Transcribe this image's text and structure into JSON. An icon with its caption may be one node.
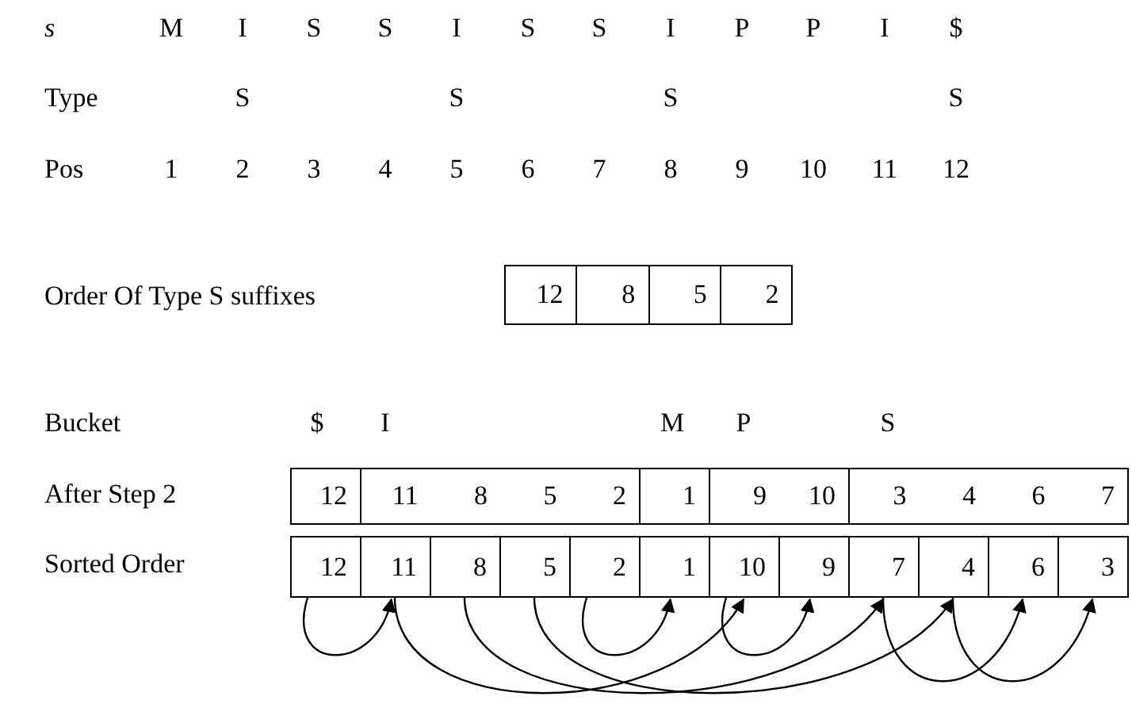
{
  "diagram": {
    "nodes": [
      {
        "text": [
          "12"
        ]
      },
      {
        "text": [
          "8"
        ]
      },
      {
        "text": [
          "5"
        ]
      },
      {
        "text": [
          "2"
        ]
      },
      {
        "text": [
          "12"
        ]
      },
      {
        "text": [
          "11",
          "8",
          "5",
          "2"
        ]
      },
      {
        "text": [
          "1"
        ]
      },
      {
        "text": [
          "9",
          "10"
        ]
      },
      {
        "text": [
          "3",
          "4",
          "6",
          "7"
        ]
      },
      {
        "text": [
          "12"
        ]
      },
      {
        "text": [
          "11"
        ]
      },
      {
        "text": [
          "8"
        ]
      },
      {
        "text": [
          "5"
        ]
      },
      {
        "text": [
          "2"
        ]
      },
      {
        "text": [
          "1"
        ]
      },
      {
        "text": [
          "10"
        ]
      },
      {
        "text": [
          "9"
        ]
      },
      {
        "text": [
          "7"
        ]
      },
      {
        "text": [
          "4"
        ]
      },
      {
        "text": [
          "6"
        ]
      },
      {
        "text": [
          "3"
        ]
      }
    ],
    "edges": [
      {
        "from": 9,
        "to": 10,
        "arrow": "to"
      },
      {
        "from": 10,
        "to": 15,
        "arrow": "to"
      },
      {
        "from": 11,
        "to": 17,
        "arrow": "to"
      },
      {
        "from": 12,
        "to": 18,
        "arrow": "to"
      },
      {
        "from": 13,
        "to": 14,
        "arrow": "to"
      },
      {
        "from": 15,
        "to": 16,
        "arrow": "to"
      },
      {
        "from": 17,
        "to": 19,
        "arrow": "to"
      },
      {
        "from": 18,
        "to": 20,
        "arrow": "to"
      }
    ],
    "labels": [
      "s",
      "M",
      "I",
      "S",
      "S",
      "I",
      "S",
      "S",
      "I",
      "P",
      "P",
      "I",
      "$",
      "Type",
      "S",
      "S",
      "S",
      "S",
      "Pos",
      "1",
      "2",
      "3",
      "4",
      "5",
      "6",
      "7",
      "8",
      "9",
      "10",
      "11",
      "12",
      "Order Of Type S suffixes",
      "Bucket",
      "$",
      "I",
      "M",
      "P",
      "S",
      "After Step 2",
      "Sorted Order"
    ]
  }
}
